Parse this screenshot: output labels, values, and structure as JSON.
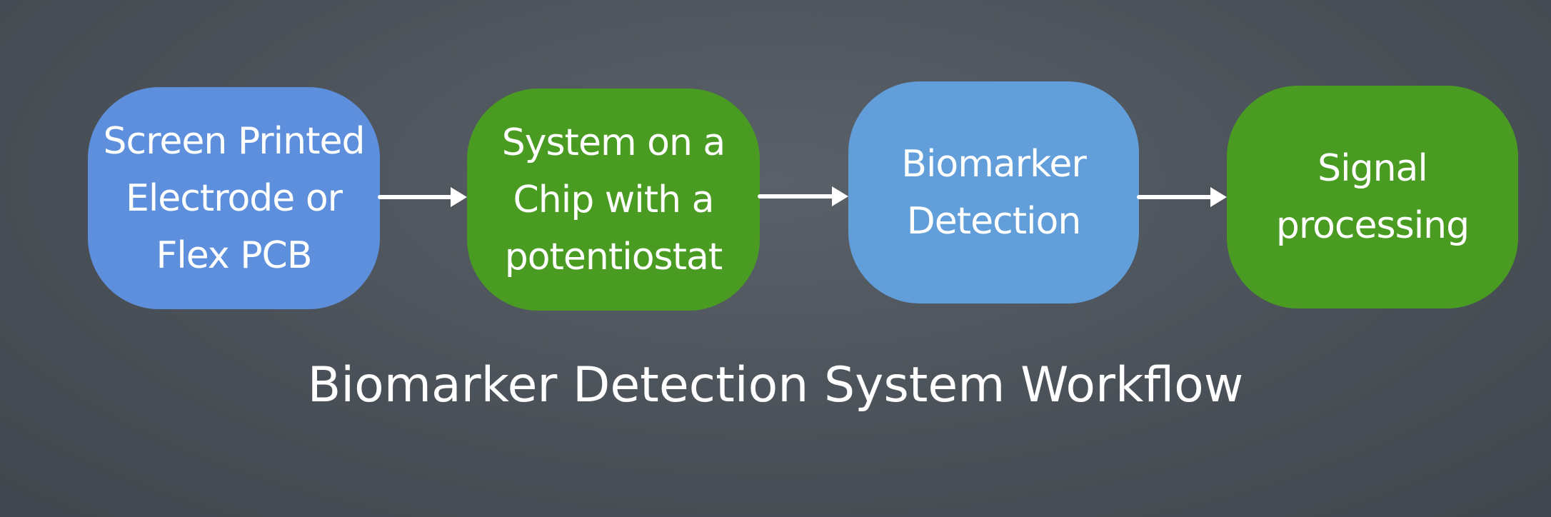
{
  "colors": {
    "blue": "#5e8fdc",
    "blue_light": "#629ed9",
    "green": "#4a9b22",
    "arrow": "#ffffff",
    "text": "#ffffff"
  },
  "nodes": [
    {
      "label": "Screen Printed\nElectrode or\nFlex PCB"
    },
    {
      "label": "System on a\nChip with a\npotentiostat"
    },
    {
      "label": "Biomarker\nDetection"
    },
    {
      "label": "Signal\nprocessing"
    }
  ],
  "caption": "Biomarker Detection System Workflow"
}
